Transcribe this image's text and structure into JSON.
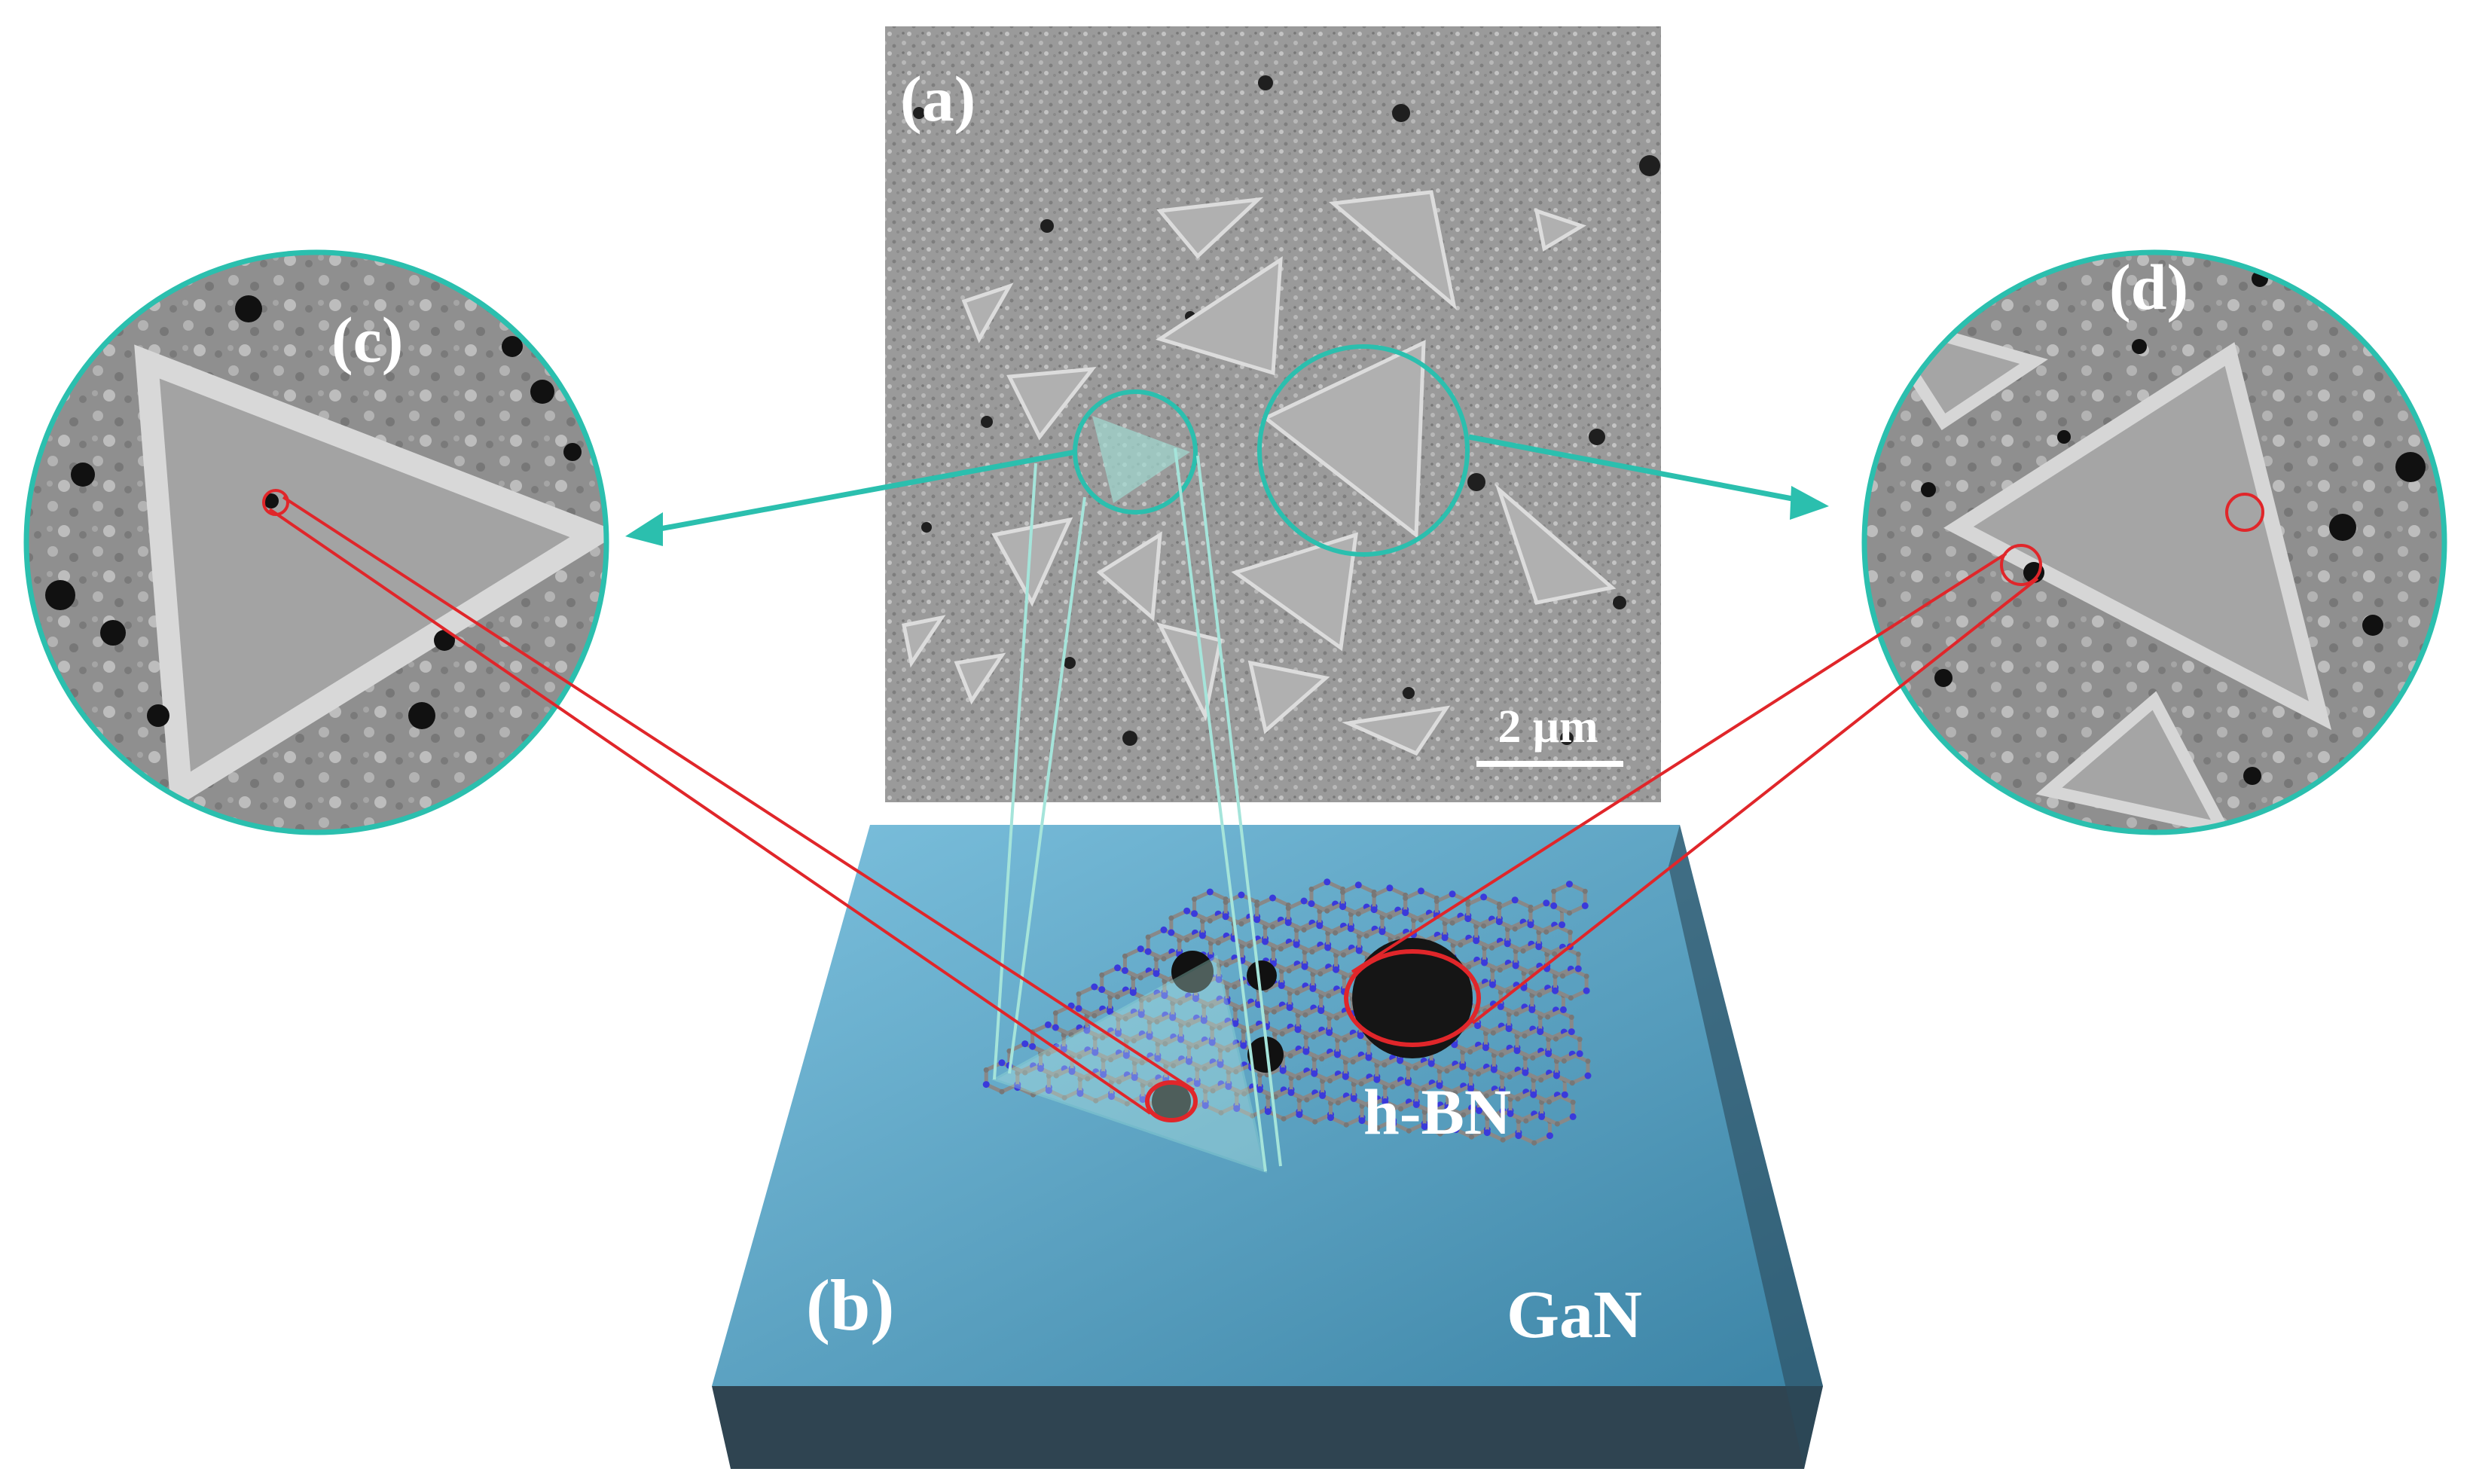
{
  "panels": {
    "a": {
      "label": "(a)",
      "scalebar_text": "2 μm"
    },
    "b": {
      "label": "(b)",
      "substrate_label": "GaN",
      "layer_label": "h-BN"
    },
    "c": {
      "label": "(c)"
    },
    "d": {
      "label": "(d)"
    }
  },
  "colors": {
    "teal": "#2bbfae",
    "red": "#e0262a",
    "substrate_top": "#5fa8c9",
    "substrate_side": "#2e4a5c",
    "boron": "#3a3adb",
    "nitrogen": "#888888"
  }
}
